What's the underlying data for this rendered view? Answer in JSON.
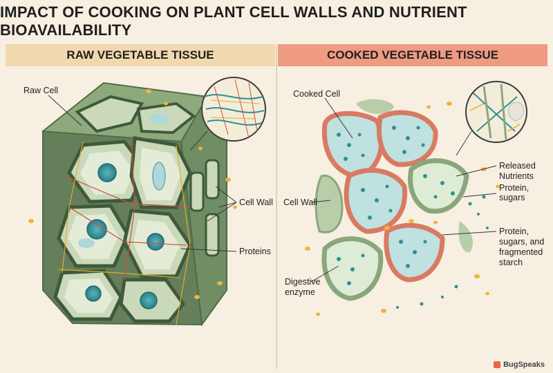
{
  "title": "IMPACT OF COOKING ON PLANT CELL WALLS AND NUTRIENT BIOAVAILABILITY",
  "panels": {
    "raw": {
      "heading": "RAW VEGETABLE TISSUE",
      "labels": {
        "raw_cell": "Raw Cell",
        "cell_wall": "Cell Wall",
        "proteins": "Proteins"
      }
    },
    "cooked": {
      "heading": "COOKED VEGETABLE TISSUE",
      "labels": {
        "cooked_cell": "Cooked Cell",
        "cell_wall": "Cell Wall",
        "released_1": "Released",
        "released_2": "Nutrients",
        "released_3": "Protein,",
        "released_4": "sugars",
        "frag_1": "Protein,",
        "frag_2": "sugars, and",
        "frag_3": "fragmented",
        "frag_4": "starch",
        "digestive_1": "Digestive",
        "digestive_2": "enzyme"
      }
    }
  },
  "brand": "BugSpeaks",
  "colors": {
    "background": "#f7efe1",
    "raw_header": "#f1d8ae",
    "cooked_header": "#ef9b82",
    "cell_wall_green": "#5f7d5a",
    "cell_inner": "#d9e4cd",
    "cooked_wall_red": "#d97a62",
    "nutrient_teal": "#2f8f96",
    "starch_yellow": "#f0b43c"
  }
}
